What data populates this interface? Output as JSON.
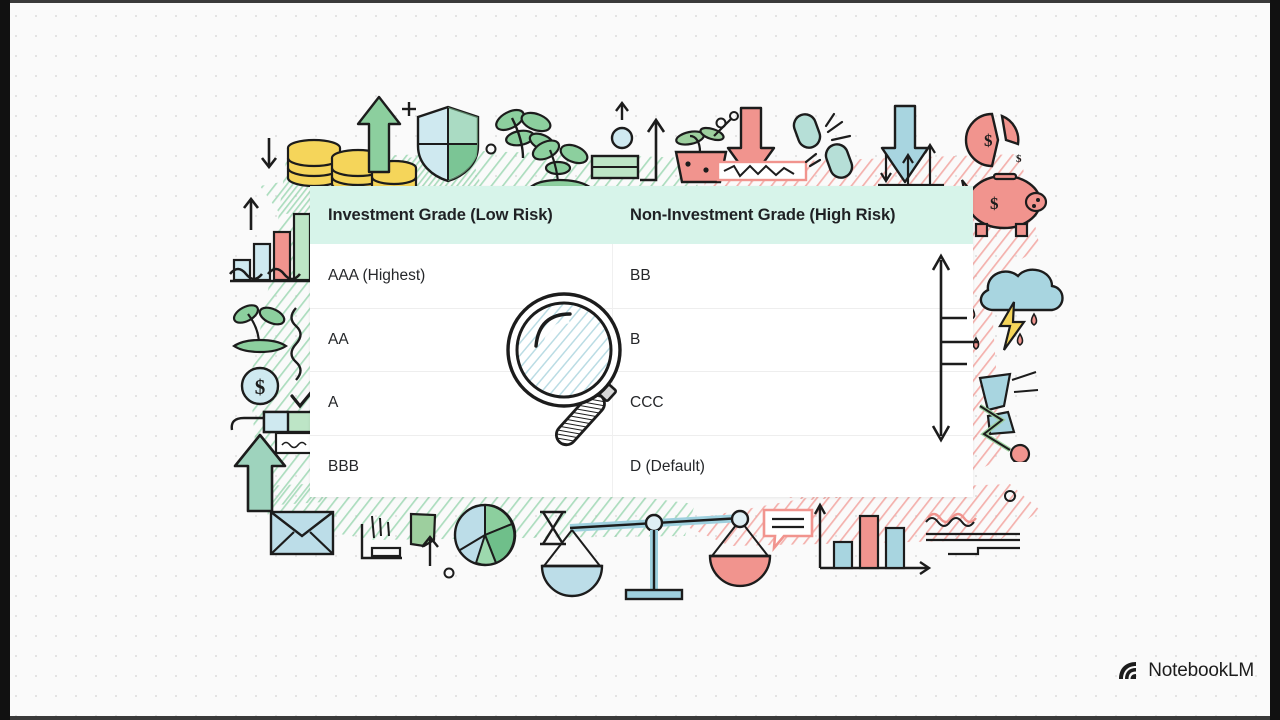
{
  "slide": {
    "background_color": "#fafafa",
    "dot_grid_color": "#e3e3e3"
  },
  "card": {
    "header_bg": "#d7f4ea",
    "body_bg": "#ffffff",
    "columns": [
      {
        "id": "investment-grade",
        "label": "Investment Grade (Low Risk)",
        "accent": "#8fd6b0"
      },
      {
        "id": "non-investment-grade",
        "label": "Non-Investment Grade (High Risk)",
        "accent": "#f0908c"
      }
    ],
    "rows": [
      {
        "investment_grade": "AAA (Highest)",
        "non_investment_grade": "BB"
      },
      {
        "investment_grade": "AA",
        "non_investment_grade": "B"
      },
      {
        "investment_grade": "A",
        "non_investment_grade": "CCC"
      },
      {
        "investment_grade": "BBB",
        "non_investment_grade": "D (Default)"
      }
    ]
  },
  "decorations": {
    "left_wash_color": "#9bd8ae",
    "right_wash_color": "#f3a09a",
    "icons": [
      {
        "name": "down-arrow-small-icon",
        "side": "left"
      },
      {
        "name": "up-arrow-small-icon",
        "side": "left"
      },
      {
        "name": "coin-stack-icon",
        "side": "left"
      },
      {
        "name": "green-up-arrow-icon",
        "side": "left"
      },
      {
        "name": "plus-icon",
        "side": "left"
      },
      {
        "name": "shield-icon",
        "side": "left"
      },
      {
        "name": "sprout-icon",
        "side": "left"
      },
      {
        "name": "bar-chart-icon",
        "side": "left"
      },
      {
        "name": "squiggle-icon",
        "side": "left"
      },
      {
        "name": "plant-pot-icon",
        "side": "left"
      },
      {
        "name": "dollar-coin-icon",
        "side": "left"
      },
      {
        "name": "progress-bar-icon",
        "side": "left"
      },
      {
        "name": "checkmark-icon",
        "side": "left"
      },
      {
        "name": "document-icon",
        "side": "left"
      },
      {
        "name": "big-up-arrow-icon",
        "side": "left"
      },
      {
        "name": "growth-chart-icon",
        "side": "center"
      },
      {
        "name": "wilting-plant-icon",
        "side": "center"
      },
      {
        "name": "red-down-arrow-icon",
        "side": "right"
      },
      {
        "name": "broken-chain-icon",
        "side": "right"
      },
      {
        "name": "blue-down-arrow-icon",
        "side": "right"
      },
      {
        "name": "volatility-arrows-icon",
        "side": "right"
      },
      {
        "name": "cracked-coin-icon",
        "side": "right"
      },
      {
        "name": "piggy-bank-icon",
        "side": "right"
      },
      {
        "name": "storm-cloud-icon",
        "side": "right"
      },
      {
        "name": "lightning-bolt-icon",
        "side": "right"
      },
      {
        "name": "broken-pillar-icon",
        "side": "right"
      },
      {
        "name": "zigzag-down-icon",
        "side": "right"
      },
      {
        "name": "envelope-icon",
        "side": "bottom"
      },
      {
        "name": "receipt-icon",
        "side": "bottom"
      },
      {
        "name": "sticky-note-icon",
        "side": "bottom"
      },
      {
        "name": "pie-chart-icon",
        "side": "bottom"
      },
      {
        "name": "hourglass-icon",
        "side": "bottom"
      },
      {
        "name": "balance-scale-icon",
        "side": "bottom"
      },
      {
        "name": "speech-bubble-icon",
        "side": "bottom"
      },
      {
        "name": "bar-chart-axis-icon",
        "side": "bottom"
      },
      {
        "name": "text-lines-icon",
        "side": "bottom"
      },
      {
        "name": "magnifier-icon",
        "side": "center"
      },
      {
        "name": "range-bracket-icon",
        "side": "center"
      }
    ]
  },
  "brand": {
    "name": "NotebookLM",
    "icon": "notebooklm-spiral-icon"
  }
}
